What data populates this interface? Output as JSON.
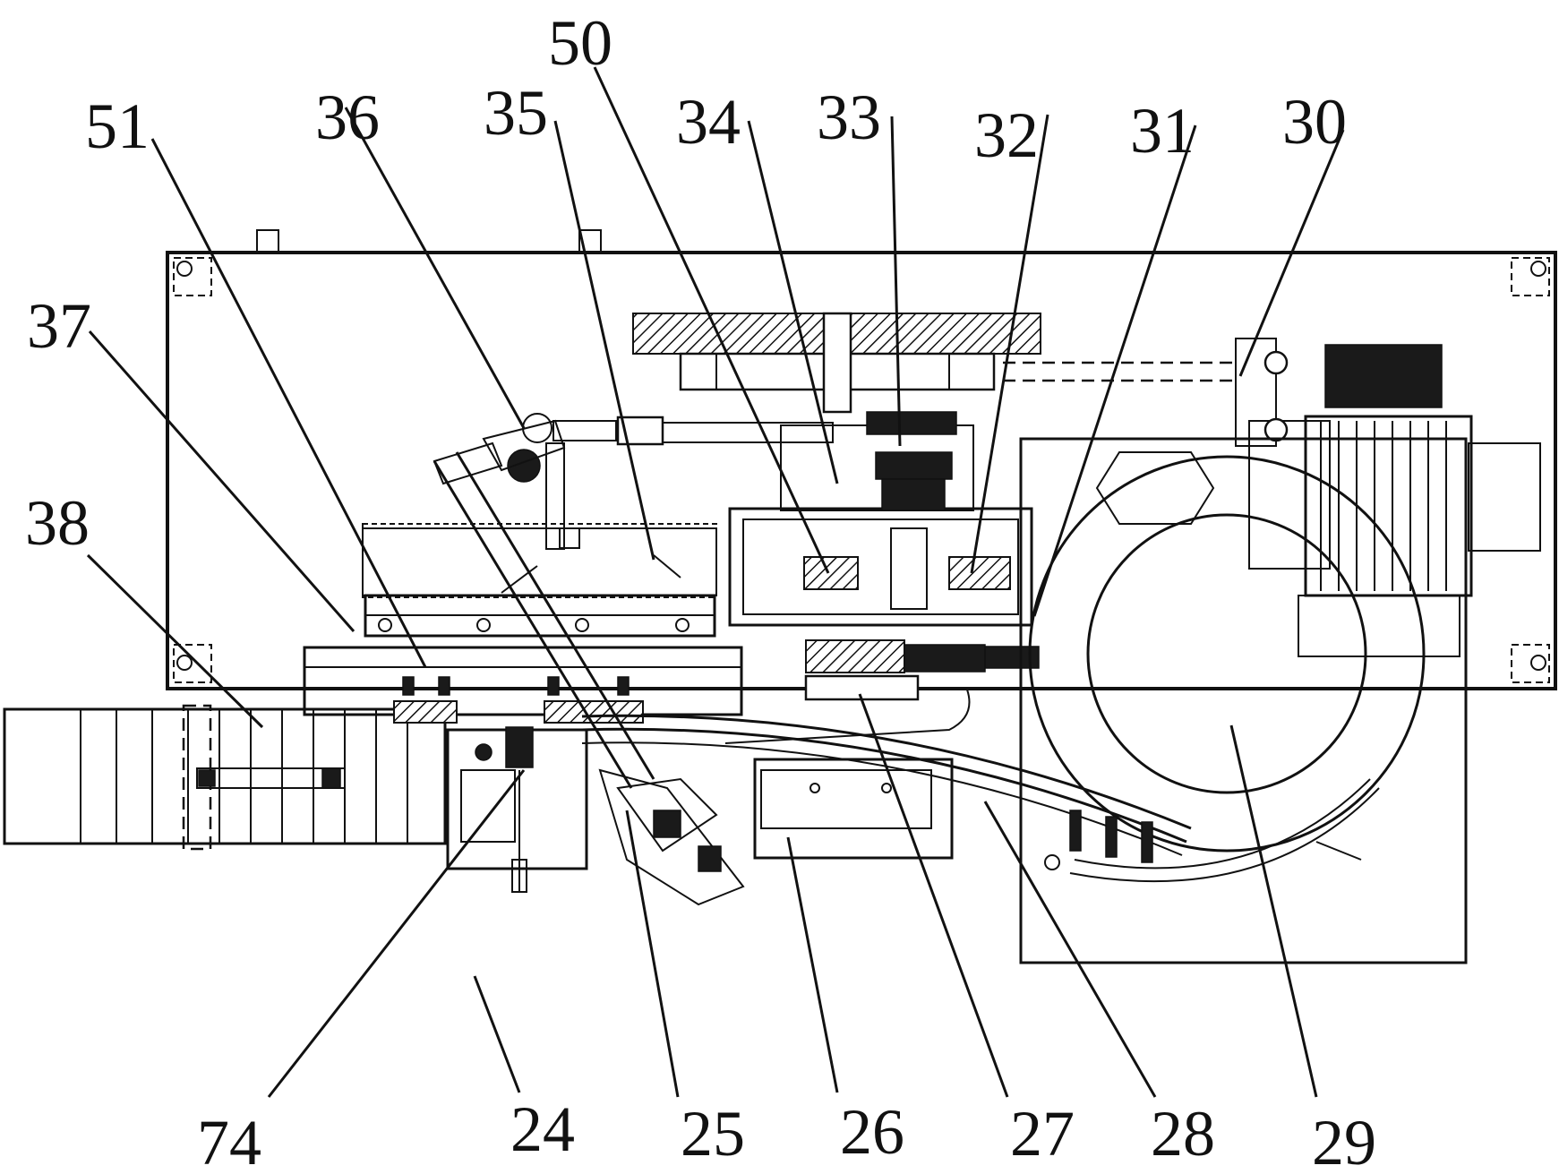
{
  "labels": {
    "l24": "24",
    "l25": "25",
    "l26": "26",
    "l27": "27",
    "l28": "28",
    "l29": "29",
    "l30": "30",
    "l31": "31",
    "l32": "32",
    "l33": "33",
    "l34": "34",
    "l35": "35",
    "l36": "36",
    "l37": "37",
    "l38": "38",
    "l50": "50",
    "l51": "51",
    "l74": "74"
  }
}
